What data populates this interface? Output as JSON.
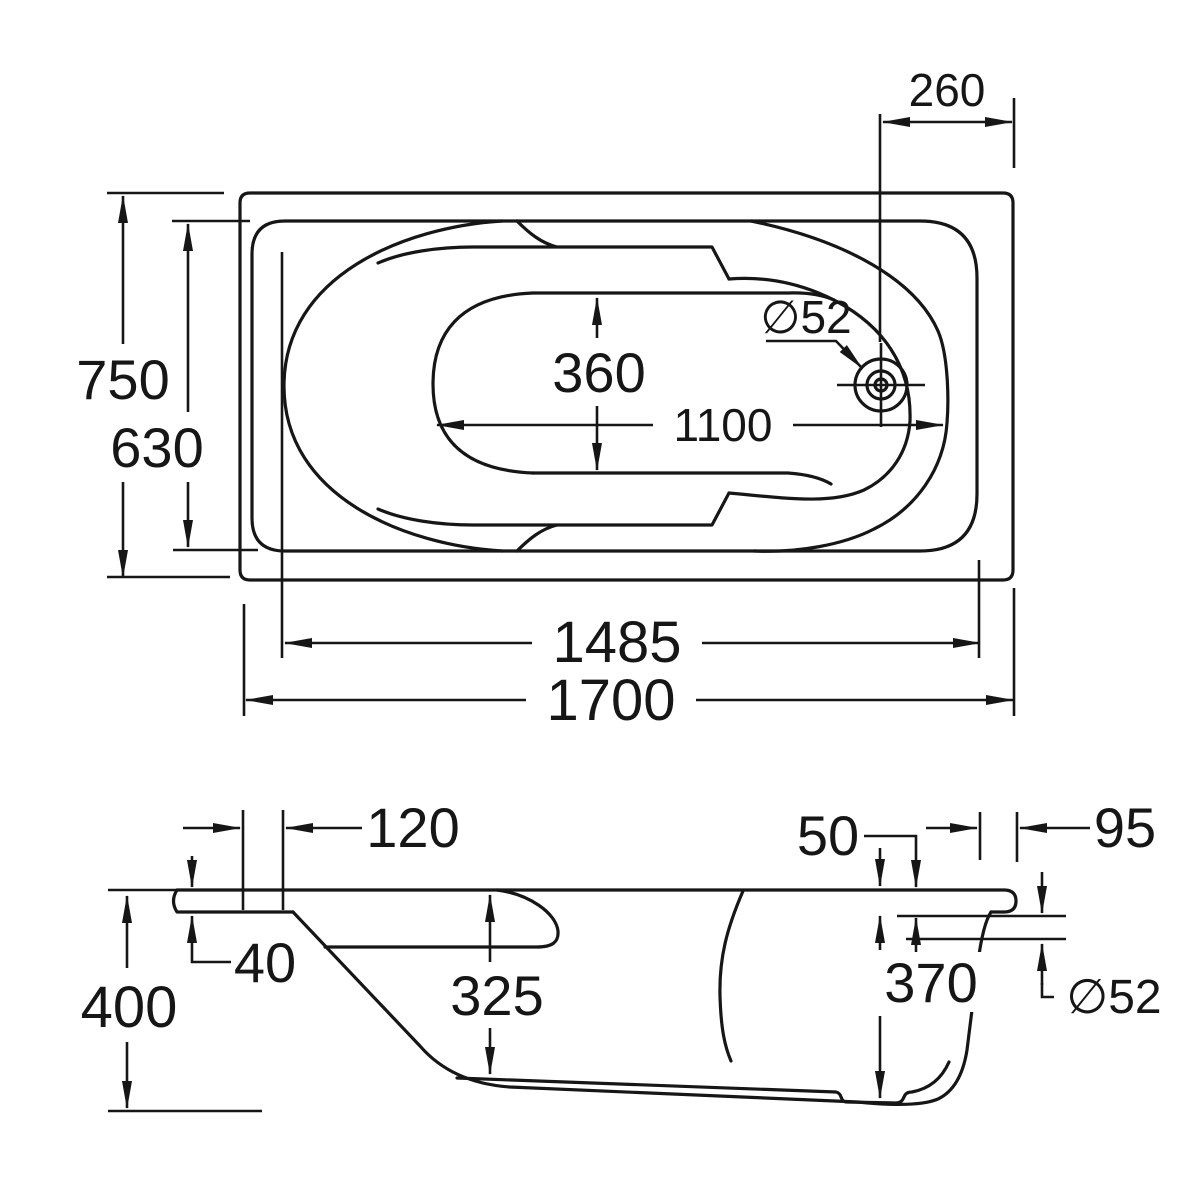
{
  "drawing": {
    "type": "bathtub dimensional drawing, top view and side section",
    "top_view": {
      "dims": {
        "d260": "260",
        "d750": "750",
        "d630": "630",
        "d360": "360",
        "d1100": "1100",
        "drain": "∅52",
        "d1485": "1485",
        "d1700": "1700"
      }
    },
    "side_view": {
      "dims": {
        "d120": "120",
        "d40": "40",
        "d400": "400",
        "d325": "325",
        "d50": "50",
        "d95": "95",
        "d370": "370",
        "drain": "∅52"
      }
    }
  }
}
